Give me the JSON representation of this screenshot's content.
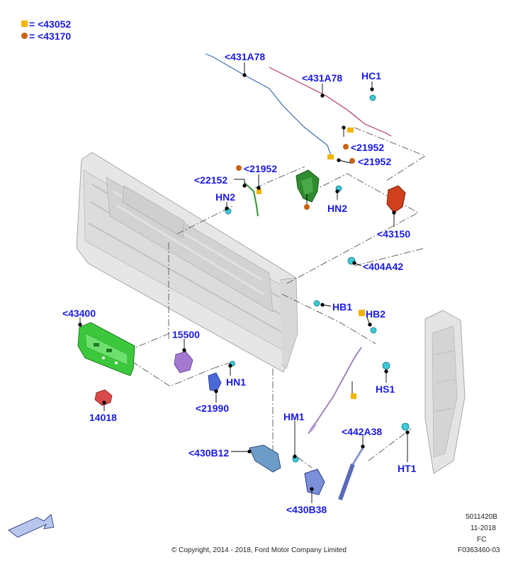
{
  "legend": {
    "items": [
      {
        "symbol": "square",
        "color": "#f5b400",
        "label": "= <43052"
      },
      {
        "symbol": "circle",
        "color": "#c86414",
        "label": "= <43170"
      }
    ]
  },
  "callouts": {
    "431a78_blue": "<431A78",
    "431a78_red": "<431A78",
    "hc1": "HC1",
    "21952_a": "<21952",
    "21952_b": "<21952",
    "21952_c": "<21952",
    "22152": "<22152",
    "hn2_left": "HN2",
    "hn2_right": "HN2",
    "43150": "<43150",
    "404a42": "<404A42",
    "hb1": "HB1",
    "hb2": "HB2",
    "43400": "<43400",
    "15500": "15500",
    "hs1": "HS1",
    "hn1": "HN1",
    "21990": "<21990",
    "14018": "14018",
    "hm1": "HM1",
    "442a38": "<442A38",
    "430b12": "<430B12",
    "ht1": "HT1",
    "430b38": "<430B38"
  },
  "colors": {
    "callout_text": "#1a1ae6",
    "leader": "#000000",
    "gate_fill": "#e8e8e8",
    "handle_green": "#3cc83c",
    "latch_green": "#2e8b2e",
    "latch_red": "#d0401c",
    "cable_blue": "#3a6fb0",
    "cable_red": "#b03a5a",
    "fastener_cyan": "#3ec8d8",
    "clip_yellow": "#f5b400",
    "legend_square": "#f5b400",
    "legend_circle": "#c86414"
  },
  "footer": {
    "code1": "5011420B",
    "code2": "11-2018",
    "code3": "FC",
    "code4": "F0363460-03",
    "copyright": "© Copyright, 2014 - 2018, Ford Motor Company Limited"
  },
  "icons": {
    "orientation_arrow": "front-direction-arrow-icon"
  }
}
